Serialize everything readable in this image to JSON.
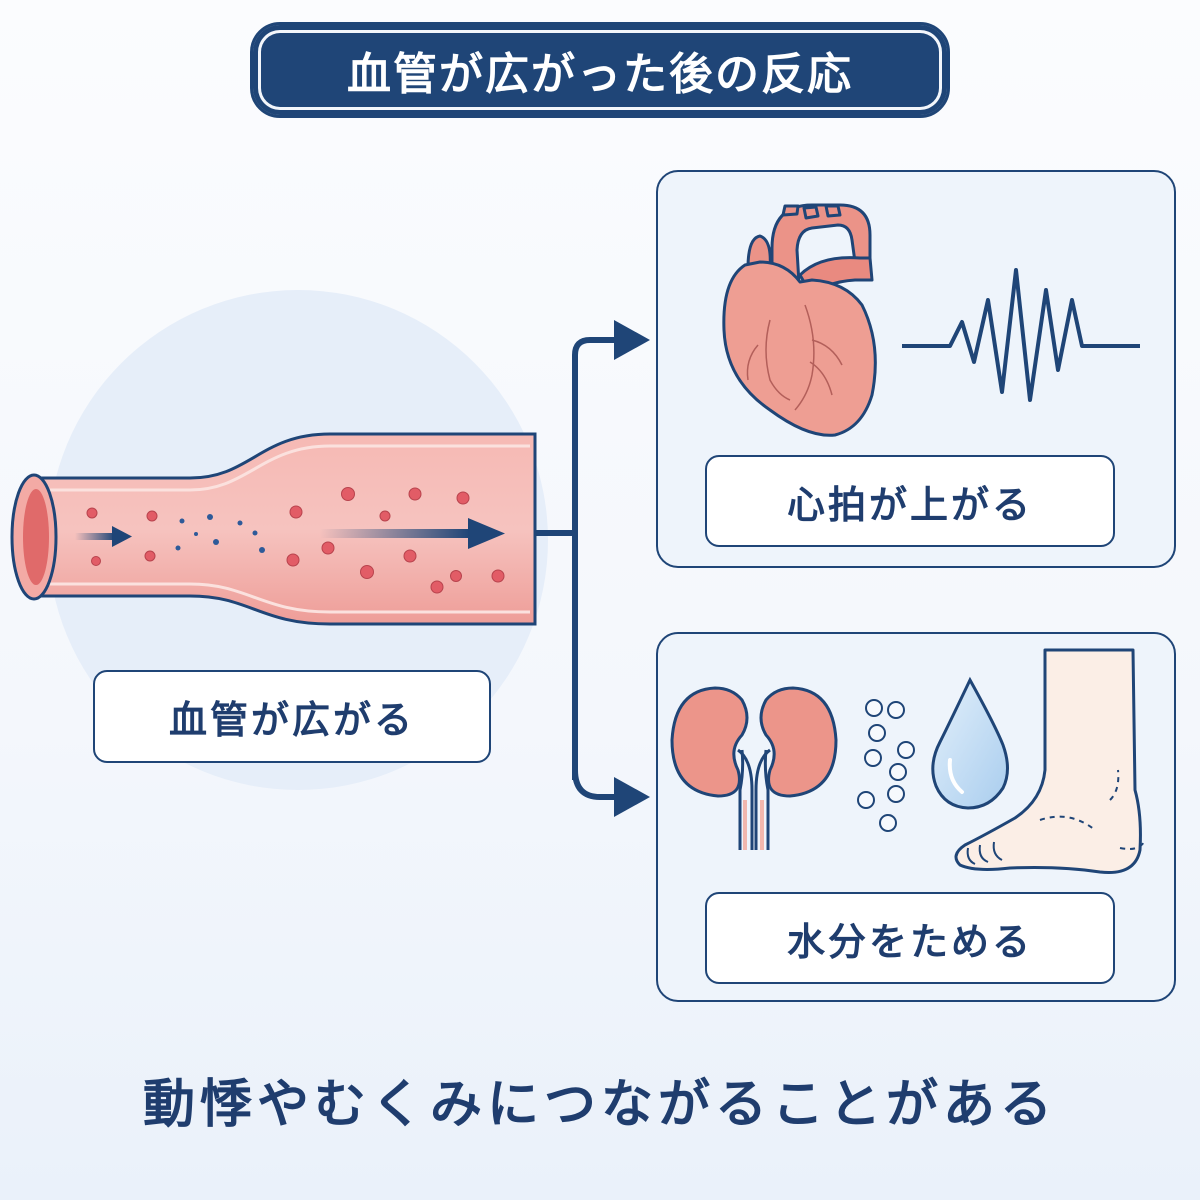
{
  "title": "血管が広がった後の反応",
  "vessel": {
    "label": "血管が広がる"
  },
  "panels": [
    {
      "label": "心拍が上がる",
      "icons": [
        "heart-icon",
        "heartbeat-line-icon"
      ]
    },
    {
      "label": "水分をためる",
      "icons": [
        "kidney-icon",
        "bubbles-icon",
        "water-drop-icon",
        "swollen-foot-icon"
      ]
    }
  ],
  "footer": "動悸やむくみにつながることがある",
  "colors": {
    "navy": "#1f4577",
    "vessel_pink": "#f2a7a3",
    "organ_pink": "#ec9a8e",
    "panel_bg": "#eef4fb",
    "water_blue": "#b9d6f0"
  }
}
